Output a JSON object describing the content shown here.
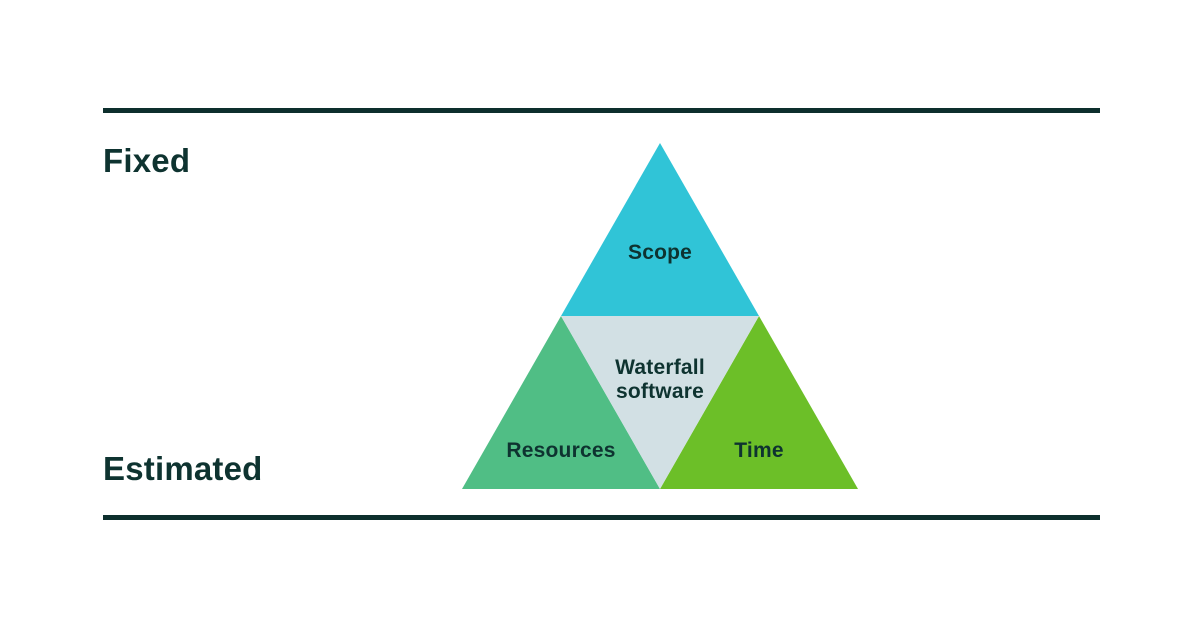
{
  "sections": {
    "fixed_label": "Fixed",
    "estimated_label": "Estimated"
  },
  "diagram": {
    "labels": {
      "scope": "Scope",
      "resources": "Resources",
      "time": "Time",
      "center": "Waterfall\nsoftware"
    },
    "colors": {
      "scope": "#30c4d7",
      "resources": "#50be85",
      "time": "#6cbf28",
      "center": "#d2e0e4"
    }
  },
  "colors": {
    "divider_line": "#0d2f2d",
    "text_dark": "#0e3330",
    "background": "#ffffff"
  }
}
